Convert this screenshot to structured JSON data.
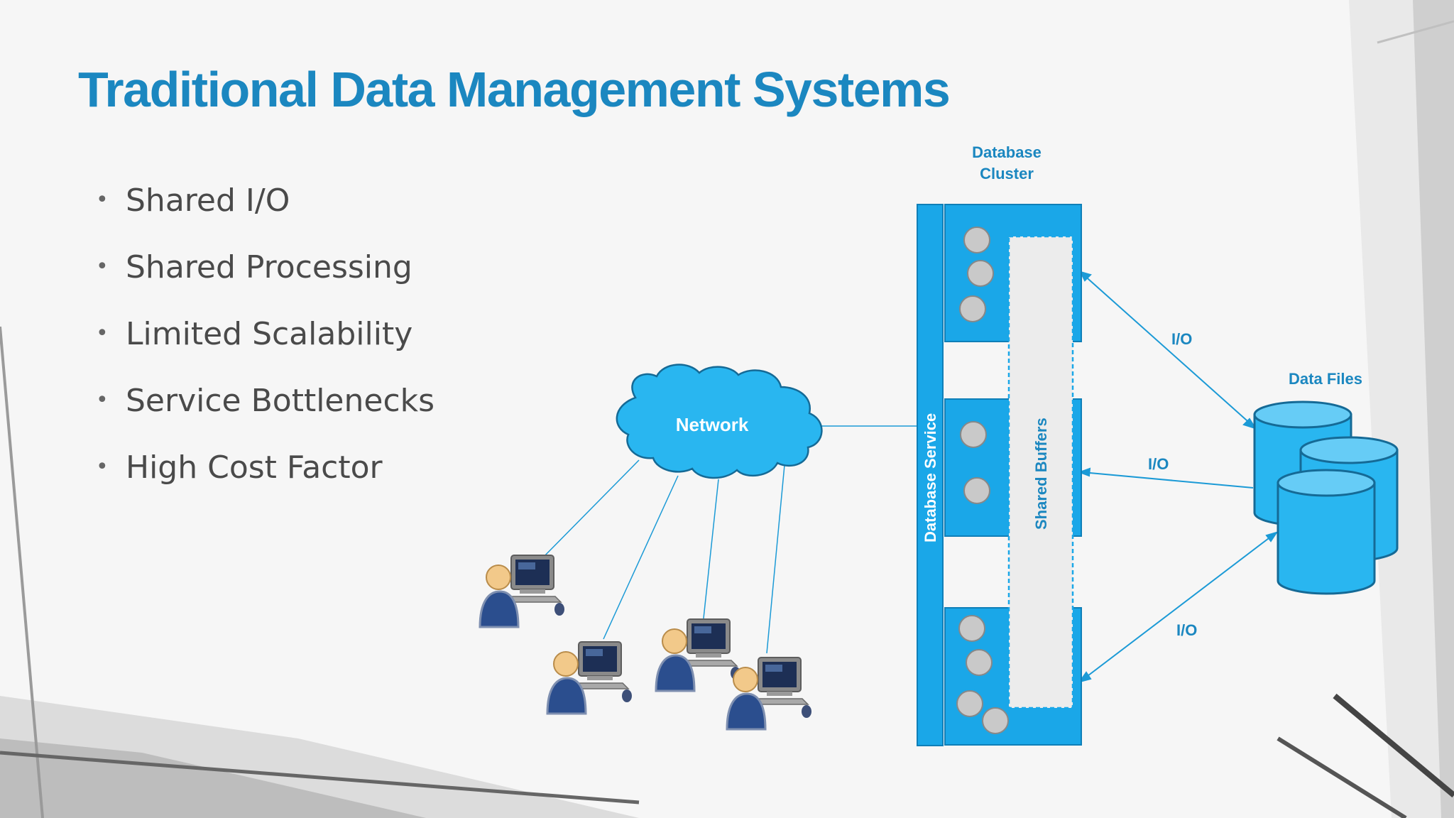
{
  "slide": {
    "title": "Traditional Data Management Systems",
    "bullets": [
      "Shared I/O",
      "Shared Processing",
      "Limited Scalability",
      "Service Bottlenecks",
      "High Cost Factor"
    ]
  },
  "diagram": {
    "network_label": "Network",
    "cluster_label_line1": "Database",
    "cluster_label_line2": "Cluster",
    "database_service_label": "Database Service",
    "shared_buffers_label": "Shared Buffers",
    "data_files_label": "Data Files",
    "io_labels": [
      "I/O",
      "I/O",
      "I/O"
    ],
    "client_icon": "user-computer-icon",
    "storage_icon": "database-cylinder-icon",
    "colors": {
      "accent": "#1b87c0",
      "node_fill": "#1aa7e8",
      "cylinder_fill": "#29b6f0",
      "process_circle": "#c9c9c9",
      "buffer_fill": "#ececec",
      "text": "#4a4a4a"
    }
  }
}
